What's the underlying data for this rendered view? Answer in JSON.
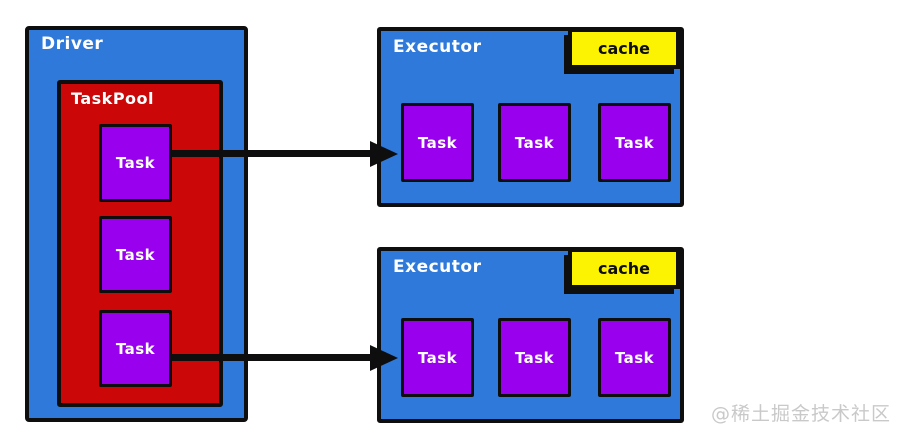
{
  "diagram": {
    "driver": {
      "label": "Driver",
      "taskpool": {
        "label": "TaskPool",
        "tasks": [
          "Task",
          "Task",
          "Task"
        ]
      }
    },
    "executors": [
      {
        "label": "Executor",
        "cache_label": "cache",
        "tasks": [
          "Task",
          "Task",
          "Task"
        ]
      },
      {
        "label": "Executor",
        "cache_label": "cache",
        "tasks": [
          "Task",
          "Task",
          "Task"
        ]
      }
    ],
    "arrows": [
      {
        "from": "driver-taskpool-task-1",
        "to": "executor-1"
      },
      {
        "from": "driver-taskpool-task-3",
        "to": "executor-2"
      }
    ],
    "colors": {
      "container_blue": "#2e79d9",
      "pool_red": "#cb0707",
      "task_purple": "#9800ee",
      "cache_yellow": "#fcf303",
      "outline_black": "#0e0e0e",
      "watermark_gray": "#c9c9c9"
    },
    "watermark": "@稀土掘金技术社区"
  }
}
